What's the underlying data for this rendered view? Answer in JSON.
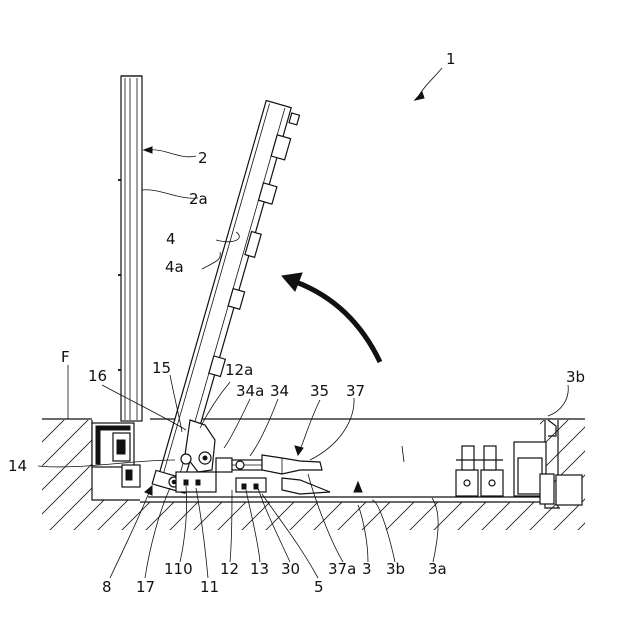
{
  "labels": {
    "l1": "1",
    "l2": "2",
    "l2a": "2a",
    "l4": "4",
    "l4a": "4a",
    "lF": "F",
    "l16": "16",
    "l15": "15",
    "l12a": "12a",
    "l34a": "34a",
    "l34": "34",
    "l35": "35",
    "l37": "37",
    "l3b_top": "3b",
    "l14": "14",
    "l8": "8",
    "l17": "17",
    "l110": "110",
    "l11": "11",
    "l12": "12",
    "l13": "13",
    "l30": "30",
    "l5": "5",
    "l37a": "37a",
    "l3": "3",
    "l3b_bottom": "3b",
    "l3a": "3a"
  }
}
